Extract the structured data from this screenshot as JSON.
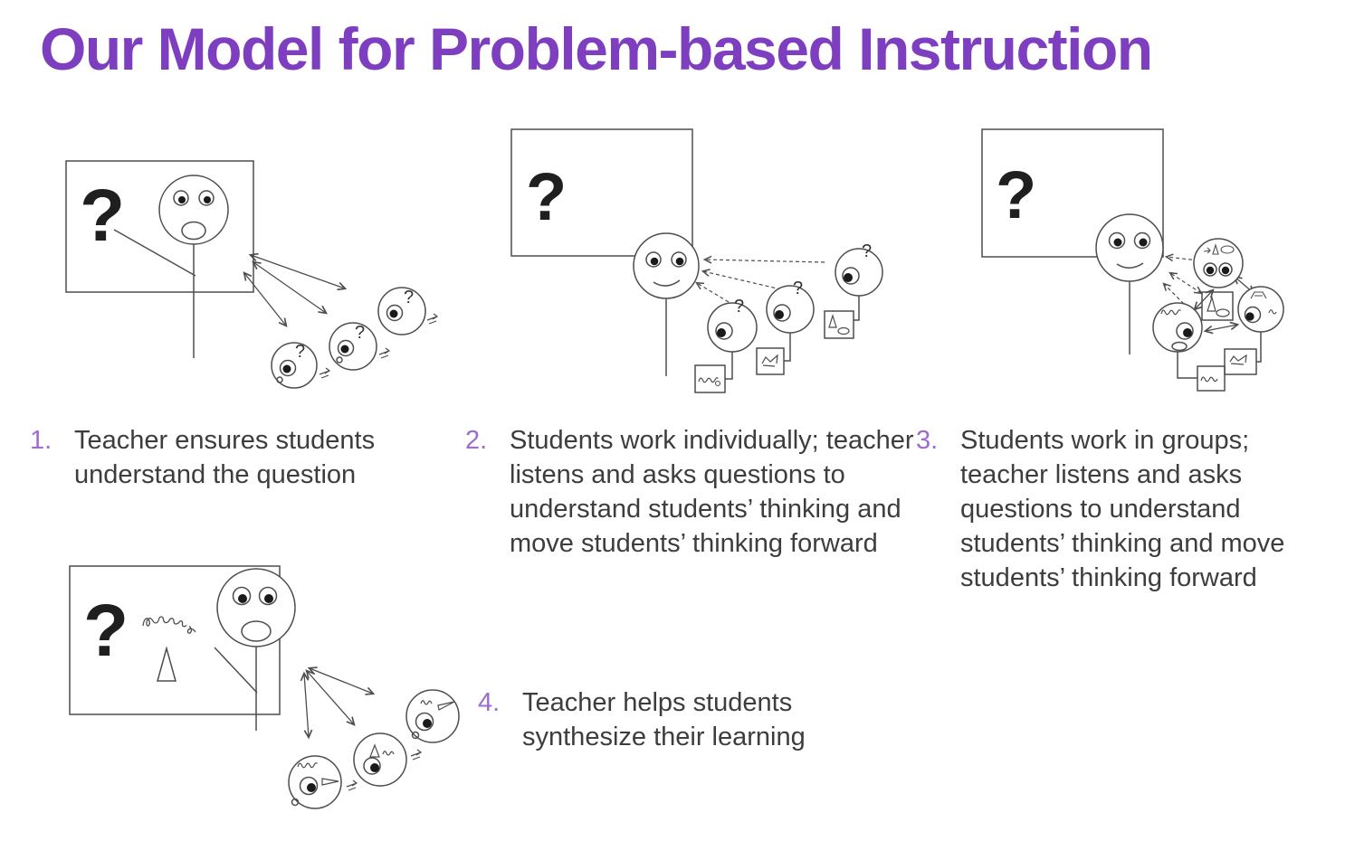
{
  "slide": {
    "title": "Our Model for Problem-based Instruction",
    "colors": {
      "title_purple": "#7d3fc0",
      "number_purple": "#9d6ccf",
      "body_text": "#3d3d3d",
      "sketch_stroke": "#4d4d4d",
      "background": "#ffffff"
    },
    "steps": [
      {
        "number": "1.",
        "text": "Teacher ensures students understand the question"
      },
      {
        "number": "2.",
        "text": "Students work individually; teacher listens and asks questions to understand students’ thinking and move students’ thinking forward"
      },
      {
        "number": "3.",
        "text": "Students work in groups; teacher listens and asks questions to understand students’ thinking and move students’ thinking forward"
      },
      {
        "number": "4.",
        "text": "Teacher helps students synthesize their learning"
      }
    ],
    "illustrations": [
      {
        "name": "teacher-poses-question-sketch",
        "board_label": "?",
        "student_label": "?"
      },
      {
        "name": "students-work-individually-sketch",
        "board_label": "?",
        "student_label": "?"
      },
      {
        "name": "students-work-in-groups-sketch",
        "board_label": "?"
      },
      {
        "name": "teacher-synthesizes-learning-sketch",
        "board_label": "?"
      }
    ]
  }
}
